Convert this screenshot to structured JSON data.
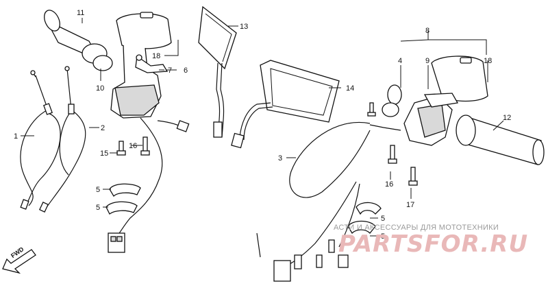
{
  "diagram": {
    "callouts": {
      "c1": "1",
      "c2": "2",
      "c3": "3",
      "c4": "4",
      "c5a": "5",
      "c5b": "5",
      "c5c": "5",
      "c5d": "5",
      "c6": "6",
      "c7": "7",
      "c8": "8",
      "c9": "9",
      "c10": "10",
      "c11": "11",
      "c12": "12",
      "c13": "13",
      "c14": "14",
      "c15": "15",
      "c16a": "16",
      "c16b": "16",
      "c17": "17",
      "c18a": "18",
      "c18b": "18"
    },
    "direction_label": "FWD"
  },
  "watermark": {
    "text": "АСТИ И АКСЕССУАРЫ ДЛЯ МОТОТЕХНИКИ",
    "logo": "PARTSFOR.RU"
  }
}
